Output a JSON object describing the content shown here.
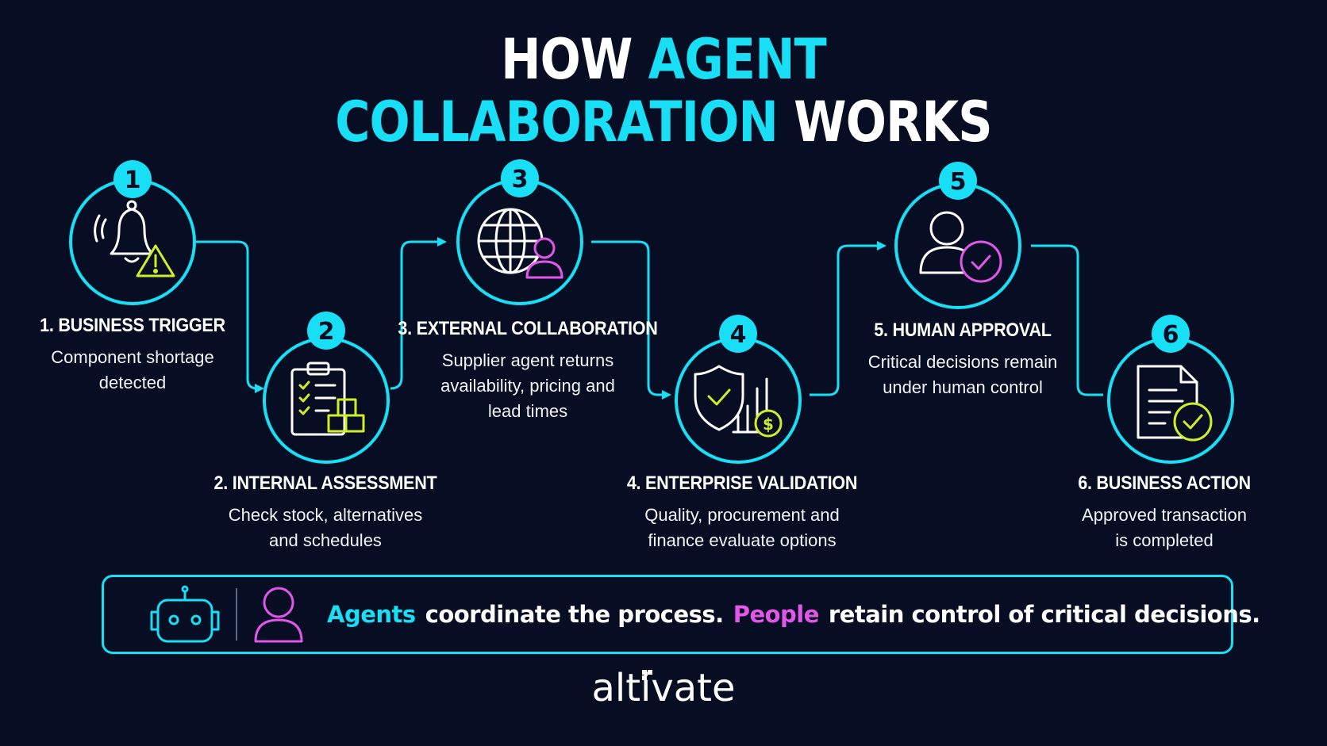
{
  "title": {
    "line1_a": "HOW",
    "line1_b": "AGENT",
    "line2_a": "COLLABORATION",
    "line2_b": "WORKS"
  },
  "steps": [
    {
      "number": "1",
      "heading": "1. BUSINESS TRIGGER",
      "desc_1": "Component shortage",
      "desc_2": "detected",
      "icon": "bell-warning-icon"
    },
    {
      "number": "2",
      "heading": "2. INTERNAL ASSESSMENT",
      "desc_1": "Check stock, alternatives",
      "desc_2": "and schedules",
      "icon": "clipboard-boxes-icon"
    },
    {
      "number": "3",
      "heading": "3. EXTERNAL COLLABORATION",
      "desc_1": "Supplier agent returns",
      "desc_2": "availability, pricing and",
      "desc_3": "lead times",
      "icon": "globe-person-icon"
    },
    {
      "number": "4",
      "heading": "4. ENTERPRISE VALIDATION",
      "desc_1": "Quality, procurement and",
      "desc_2": "finance evaluate options",
      "icon": "shield-chart-dollar-icon"
    },
    {
      "number": "5",
      "heading": "5. HUMAN APPROVAL",
      "desc_1": "Critical decisions remain",
      "desc_2": "under human control",
      "icon": "person-check-icon"
    },
    {
      "number": "6",
      "heading": "6. BUSINESS ACTION",
      "desc_1": "Approved transaction",
      "desc_2": "is completed",
      "icon": "document-check-icon"
    }
  ],
  "banner": {
    "agents": "Agents",
    "part1": "coordinate the process.",
    "people": "People",
    "part2": "retain control of critical decisions.",
    "icons": [
      "robot-icon",
      "person-icon"
    ]
  },
  "logo": "altivate",
  "colors": {
    "background": "#070d22",
    "accent_cyan": "#18dff5",
    "accent_magenta": "#e257e9",
    "accent_lime": "#cfee2a"
  }
}
